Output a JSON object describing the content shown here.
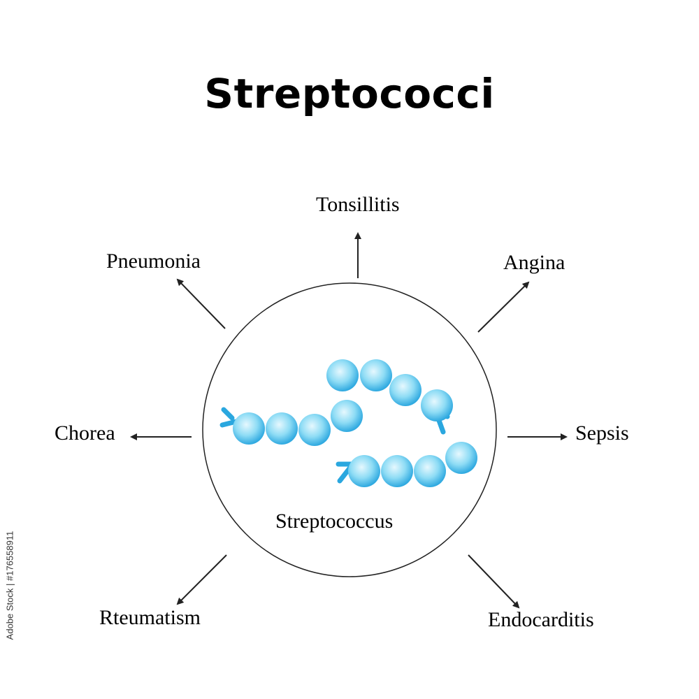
{
  "title": "Streptococci",
  "center_label": "Streptococcus",
  "diseases": {
    "top": "Tonsillitis",
    "top_left": "Pneumonia",
    "top_right": "Angina",
    "left": "Chorea",
    "right": "Sepsis",
    "bottom_left": "Rteumatism",
    "bottom_right": "Endocarditis"
  },
  "stamp": "Adobe Stock | #176558911",
  "colors": {
    "coccus_light": "#e6f8fe",
    "coccus_mid": "#7fd8f4",
    "coccus_dark": "#2aa7df",
    "line": "#222222"
  }
}
